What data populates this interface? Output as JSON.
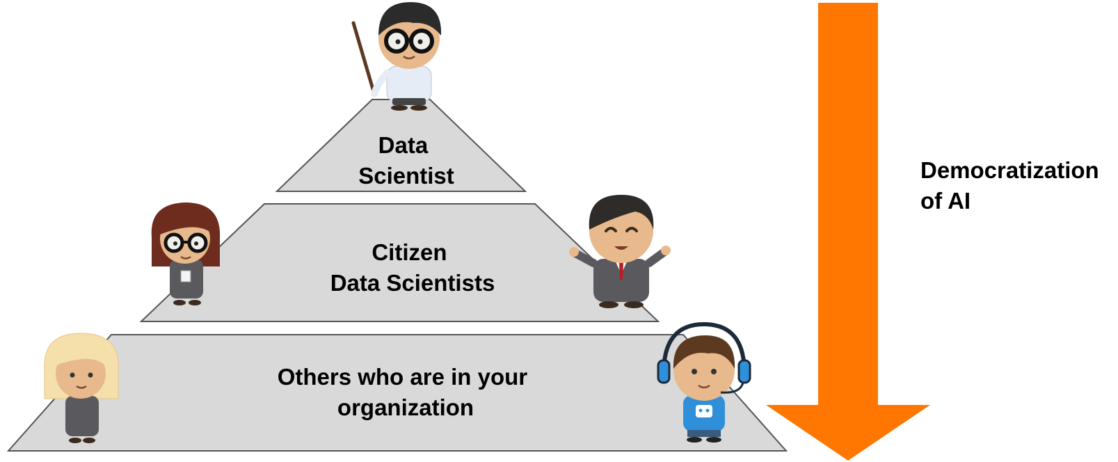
{
  "pyramid": {
    "fill_color": "#d9d9d9",
    "stroke_color": "#555555",
    "tiers": [
      {
        "lines": [
          "Data",
          "Scientist"
        ]
      },
      {
        "lines": [
          "Citizen",
          "Data Scientists"
        ]
      },
      {
        "lines": [
          "Others who are in your",
          "organization"
        ]
      }
    ]
  },
  "arrow": {
    "color": "#ff7700",
    "direction": "down",
    "label_lines": [
      "Democratization",
      "of AI"
    ]
  },
  "characters": [
    {
      "name": "teacher-with-pointer-icon",
      "tier": 1
    },
    {
      "name": "woman-with-glasses-icon",
      "tier": 2
    },
    {
      "name": "businessman-waving-icon",
      "tier": 2
    },
    {
      "name": "blonde-woman-icon",
      "tier": 3
    },
    {
      "name": "headset-support-agent-icon",
      "tier": 3
    }
  ]
}
